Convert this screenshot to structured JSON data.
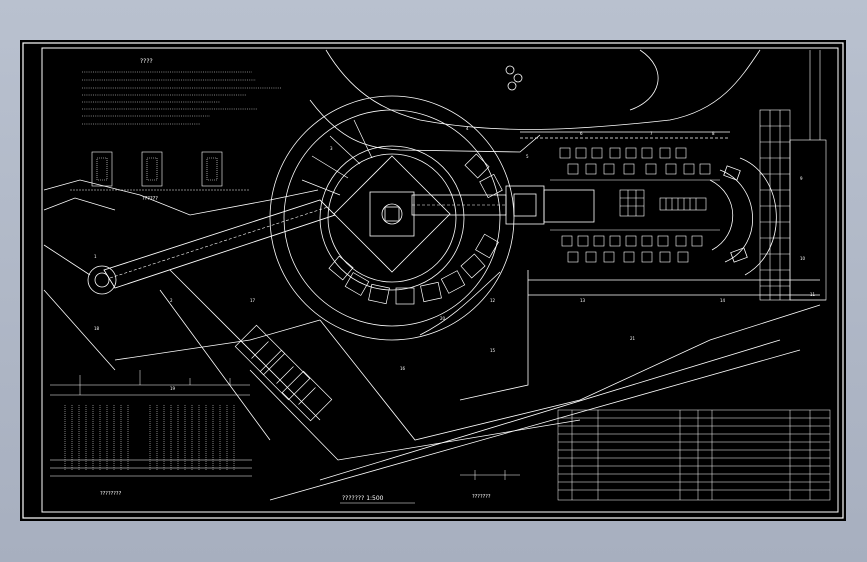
{
  "drawing": {
    "scale_caption": "???????   1:500",
    "notes_heading": "????",
    "detail_label": "??????",
    "pipe_caption": "???????",
    "bottom_label": "????????",
    "plot_numbers": [
      "1",
      "2",
      "3",
      "4",
      "5",
      "6",
      "7",
      "8",
      "9",
      "10",
      "11",
      "12",
      "13",
      "14",
      "15",
      "16",
      "17",
      "18",
      "19",
      "20",
      "21"
    ],
    "colors": {
      "background": "#000000",
      "line": "#ffffff",
      "frame": "#ffffff"
    }
  }
}
